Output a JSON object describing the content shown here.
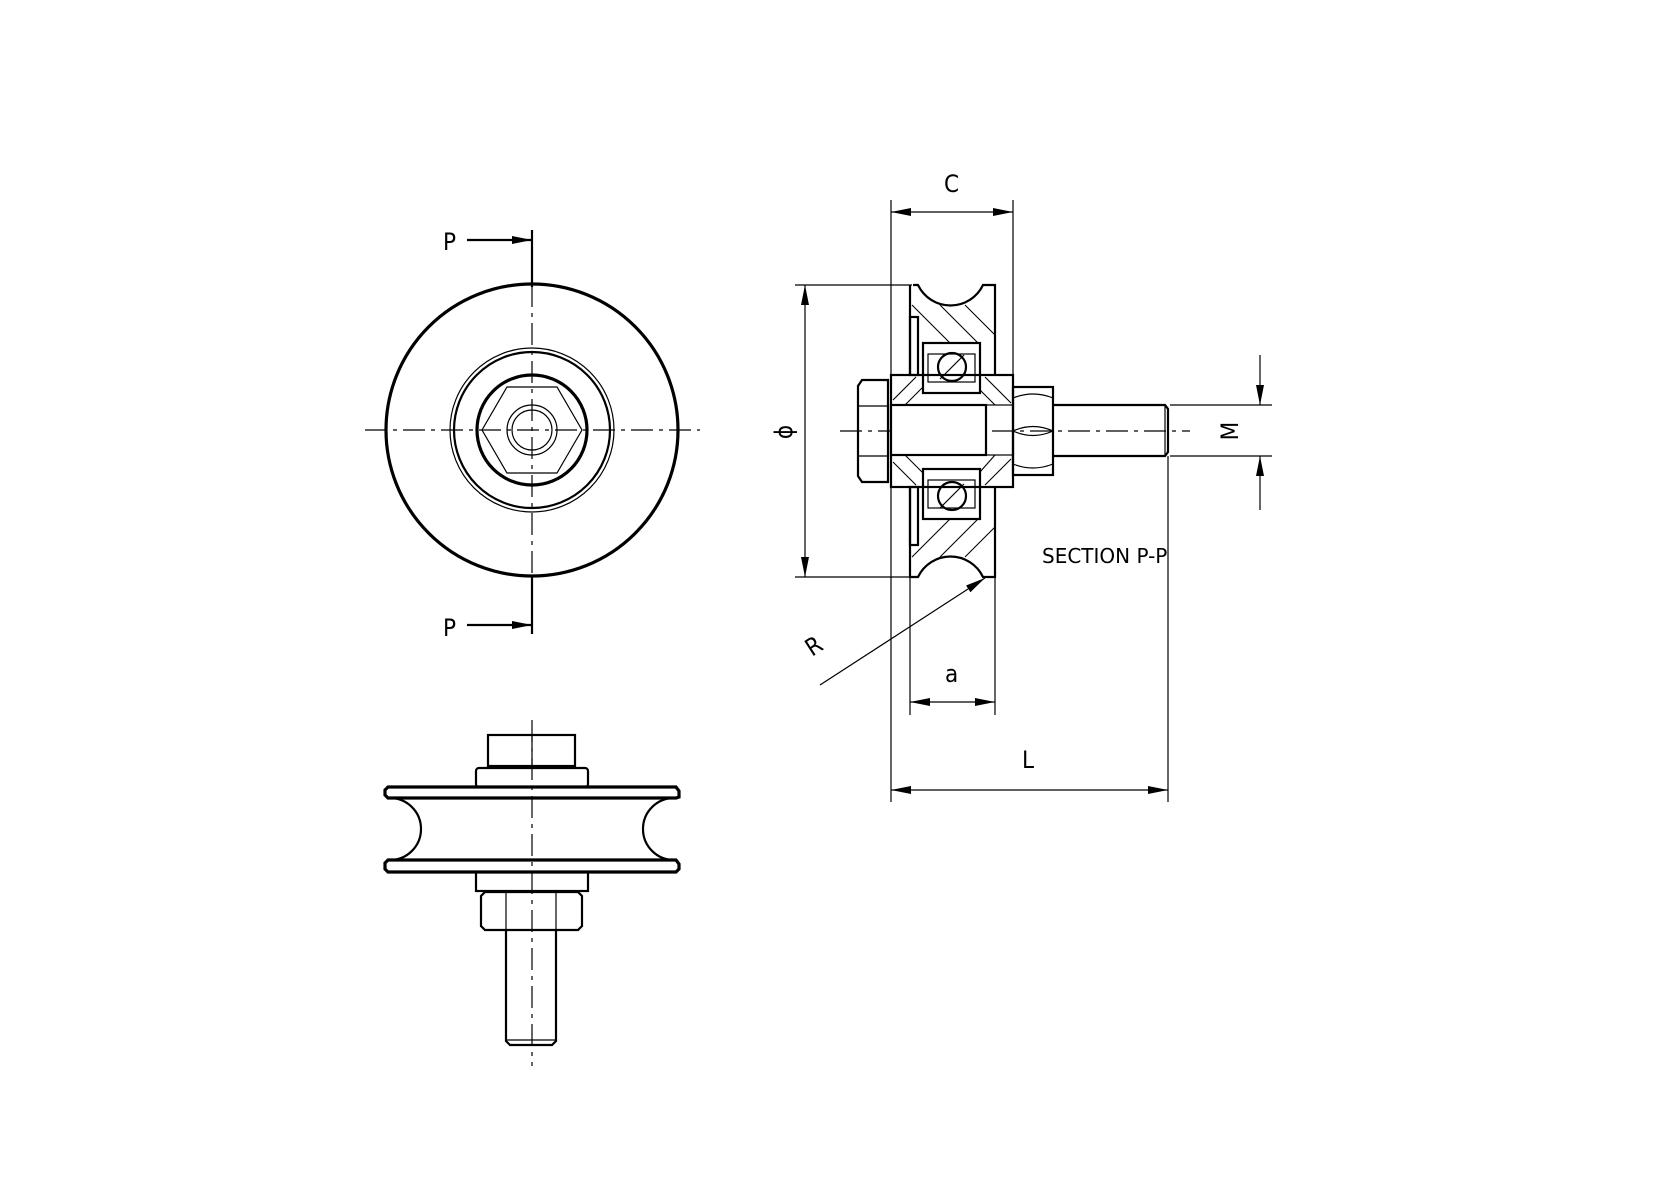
{
  "drawing": {
    "section_marker": "P",
    "section_title": "SECTION P-P",
    "dimensions": {
      "width_c": "C",
      "diameter": "ϕ",
      "thread": "M",
      "groove_radius": "R",
      "hub_width": "a",
      "length": "L"
    },
    "line_color": "#000000",
    "background": "#ffffff"
  }
}
